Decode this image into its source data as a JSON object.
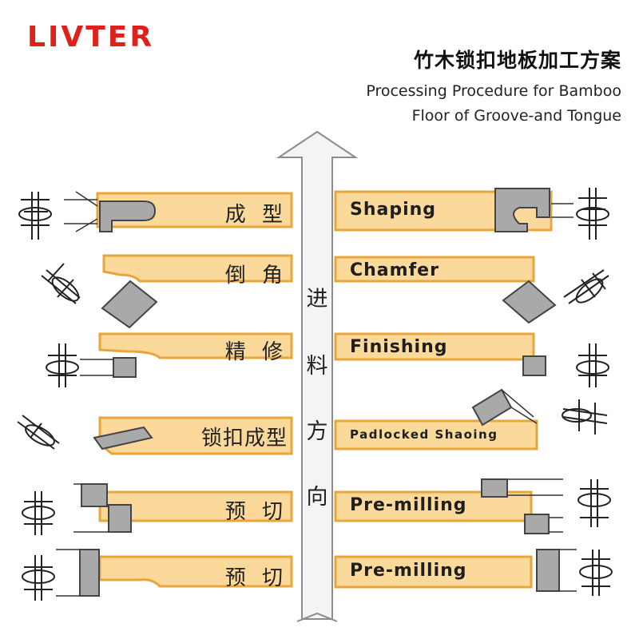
{
  "brand": "LIVTER",
  "title_cn": "竹木锁扣地板加工方案",
  "title_en_line1": "Processing Procedure for Bamboo",
  "title_en_line2": "Floor of Groove-and Tongue",
  "arrow_label": [
    "进",
    "料",
    "方",
    "向"
  ],
  "steps": [
    {
      "cn": "成 型",
      "en": "Shaping"
    },
    {
      "cn": "倒 角",
      "en": "Chamfer"
    },
    {
      "cn": "精 修",
      "en": "Finishing"
    },
    {
      "cn": "锁扣成型",
      "en": "Padlocked Shaoing"
    },
    {
      "cn": "预 切",
      "en": "Pre-milling"
    },
    {
      "cn": "预 切",
      "en": "Pre-milling"
    }
  ],
  "colors": {
    "brand": "#e0201c",
    "board_fill": "#fbd99a",
    "board_edge": "#e9a53a",
    "tool": "#a9a9a9"
  }
}
